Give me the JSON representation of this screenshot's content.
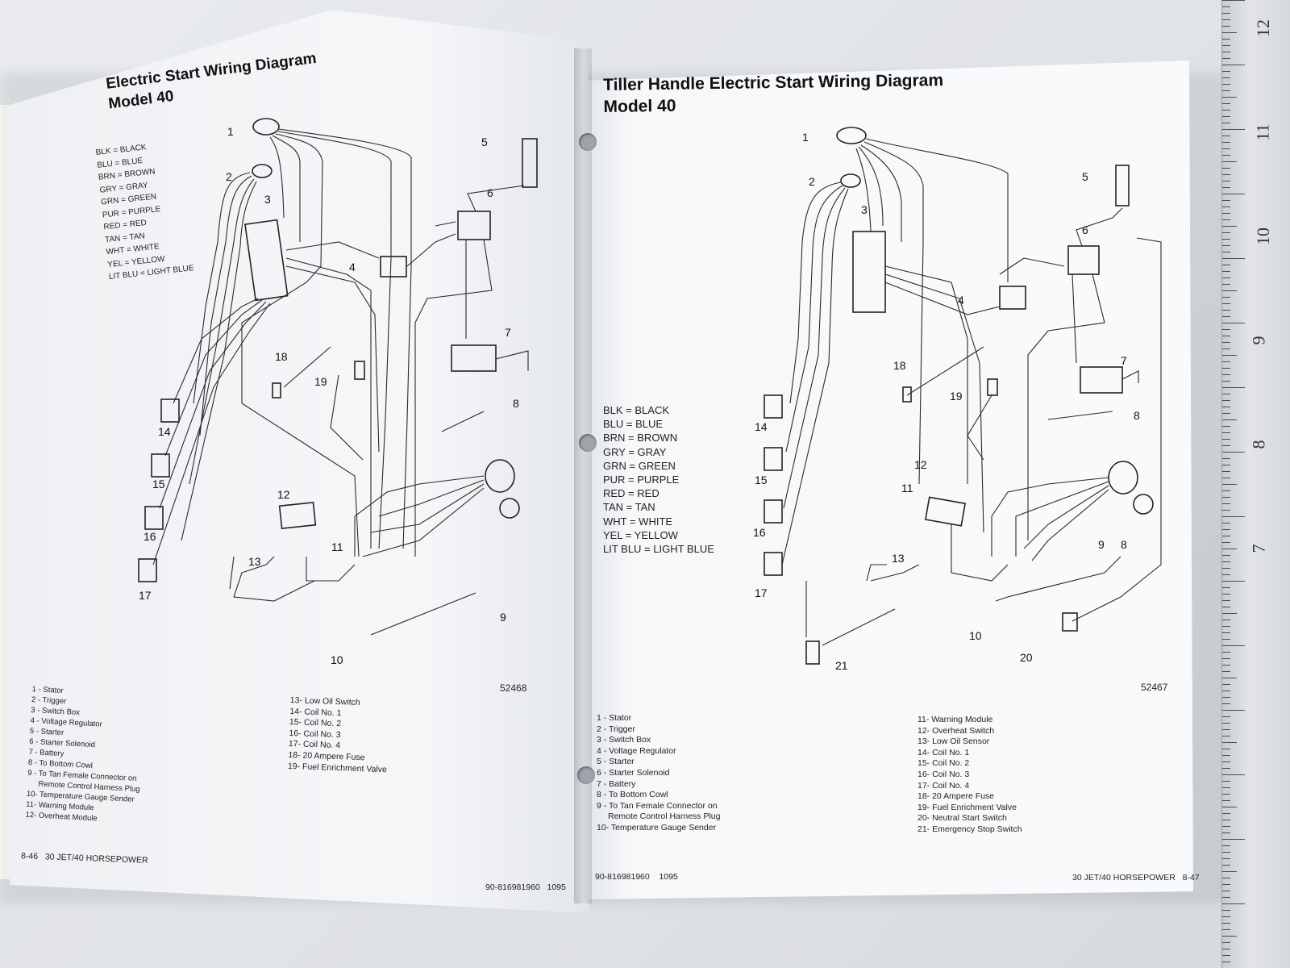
{
  "left_page": {
    "title_line1": "Electric Start Wiring Diagram",
    "title_line2": "Model 40",
    "legend": [
      "BLK = BLACK",
      "BLU = BLUE",
      "BRN = BROWN",
      "GRY = GRAY",
      "GRN = GREEN",
      "PUR = PURPLE",
      "RED = RED",
      "TAN = TAN",
      "WHT = WHITE",
      "YEL = YELLOW",
      "LIT BLU = LIGHT BLUE"
    ],
    "callouts": [
      "1",
      "2",
      "3",
      "4",
      "5",
      "6",
      "7",
      "8",
      "9",
      "10",
      "11",
      "12",
      "13",
      "14",
      "15",
      "16",
      "17",
      "18",
      "19"
    ],
    "diagram_number": "52468",
    "parts_col1": [
      "1 - Stator",
      "2 - Trigger",
      "3 - Switch Box",
      "4 - Voltage Regulator",
      "5 - Starter",
      "6 - Starter Solenoid",
      "7 - Battery",
      "8 - To Bottom Cowl",
      "9 - To Tan Female Connector on",
      "Remote Control Harness Plug",
      "10- Temperature Gauge Sender",
      "11- Warning Module",
      "12- Overheat Module"
    ],
    "parts_col2": [
      "13- Low Oil Switch",
      "14- Coil No. 1",
      "15- Coil No. 2",
      "16- Coil No. 3",
      "17- Coil No. 4",
      "18- 20 Ampere Fuse",
      "19- Fuel Enrichment Valve"
    ],
    "footer_page": "8-46",
    "footer_title": "30 JET/40 HORSEPOWER",
    "footer_doc": "90-816981960",
    "footer_rev": "1095"
  },
  "right_page": {
    "title_line1": "Tiller Handle Electric Start Wiring Diagram",
    "title_line2": "Model 40",
    "legend": [
      "BLK = BLACK",
      "BLU = BLUE",
      "BRN = BROWN",
      "GRY = GRAY",
      "GRN = GREEN",
      "PUR = PURPLE",
      "RED = RED",
      "TAN = TAN",
      "WHT = WHITE",
      "YEL = YELLOW",
      "LIT BLU = LIGHT BLUE"
    ],
    "callouts": [
      "1",
      "2",
      "3",
      "4",
      "5",
      "6",
      "7",
      "8",
      "9",
      "10",
      "11",
      "12",
      "13",
      "14",
      "15",
      "16",
      "17",
      "20",
      "21"
    ],
    "diagram_number": "52467",
    "parts_col1": [
      "1 - Stator",
      "2 - Trigger",
      "3 - Switch Box",
      "4 - Voltage Regulator",
      "5 - Starter",
      "6 - Starter Solenoid",
      "7 - Battery",
      "8 - To Bottom Cowl",
      "9 - To Tan Female Connector on",
      "Remote Control Harness Plug",
      "10- Temperature Gauge Sender"
    ],
    "parts_col2": [
      "11- Warning Module",
      "12- Overheat Switch",
      "13- Low Oil Sensor",
      "14- Coil No. 1",
      "15- Coil No. 2",
      "16- Coil No. 3",
      "17- Coil No. 4",
      "18- 20 Ampere Fuse",
      "19- Fuel Enrichment Valve",
      "20- Neutral Start Switch",
      "21- Emergency Stop Switch"
    ],
    "footer_doc": "90-816981960",
    "footer_rev": "1095",
    "footer_title": "30 JET/40 HORSEPOWER",
    "footer_page": "8-47"
  },
  "ruler": {
    "numbers": [
      "12",
      "11",
      "10",
      "9",
      "8",
      "7"
    ]
  }
}
